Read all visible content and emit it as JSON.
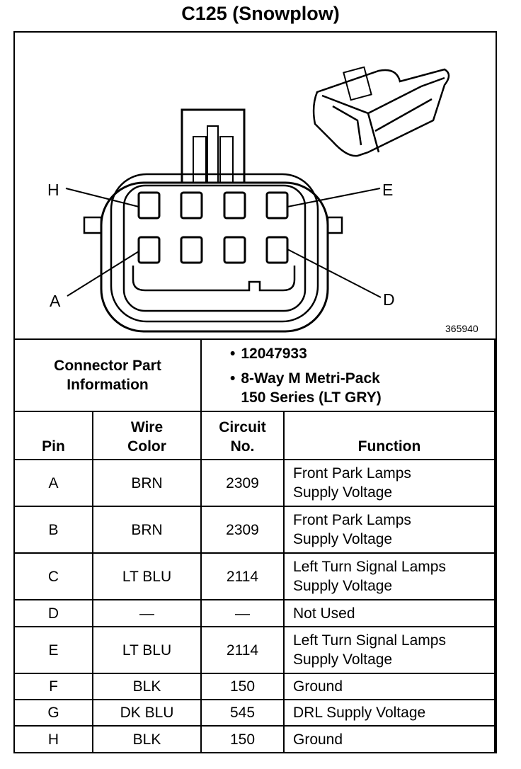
{
  "title": "C125 (Snowplow)",
  "diagram": {
    "figure_number": "365940",
    "pin_labels": {
      "top_left": "H",
      "top_right": "E",
      "bottom_left": "A",
      "bottom_right": "D"
    }
  },
  "connector_info": {
    "label": "Connector Part Information",
    "bullet": "•",
    "part_number": "12047933",
    "description_line1": "8-Way M Metri-Pack",
    "description_line2": "150 Series (LT GRY)"
  },
  "headers": {
    "pin": "Pin",
    "wire_color": "Wire Color",
    "circuit": "Circuit No.",
    "function": "Function"
  },
  "rows": [
    {
      "pin": "A",
      "color": "BRN",
      "circuit": "2309",
      "function1": "Front Park Lamps",
      "function2": "Supply Voltage"
    },
    {
      "pin": "B",
      "color": "BRN",
      "circuit": "2309",
      "function1": "Front Park Lamps",
      "function2": "Supply Voltage"
    },
    {
      "pin": "C",
      "color": "LT BLU",
      "circuit": "2114",
      "function1": "Left Turn Signal Lamps",
      "function2": "Supply Voltage"
    },
    {
      "pin": "D",
      "color": "—",
      "circuit": "—",
      "function1": "Not Used",
      "function2": ""
    },
    {
      "pin": "E",
      "color": "LT BLU",
      "circuit": "2114",
      "function1": "Left Turn Signal Lamps",
      "function2": "Supply Voltage"
    },
    {
      "pin": "F",
      "color": "BLK",
      "circuit": "150",
      "function1": "Ground",
      "function2": ""
    },
    {
      "pin": "G",
      "color": "DK BLU",
      "circuit": "545",
      "function1": "DRL Supply Voltage",
      "function2": ""
    },
    {
      "pin": "H",
      "color": "BLK",
      "circuit": "150",
      "function1": "Ground",
      "function2": ""
    }
  ]
}
